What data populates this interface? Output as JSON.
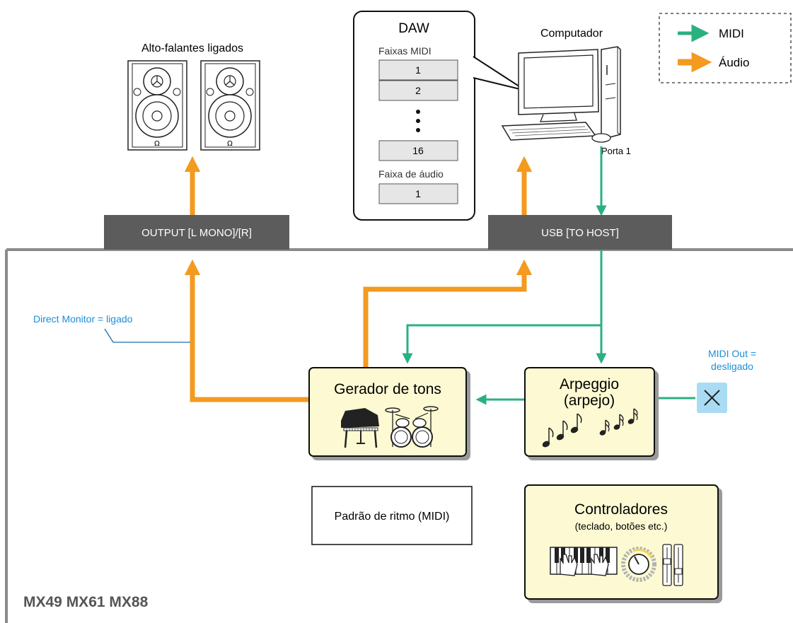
{
  "speakers": {
    "label": "Alto-falantes ligados"
  },
  "daw": {
    "title": "DAW",
    "midi_tracks_label": "Faixas MIDI",
    "midi_tracks": [
      "1",
      "2",
      "16"
    ],
    "audio_track_label": "Faixa de áudio",
    "audio_tracks": [
      "1"
    ]
  },
  "computer": {
    "label": "Computador",
    "port_label": "Porta 1"
  },
  "legend": {
    "midi_label": "MIDI",
    "audio_label": "Áudio",
    "midi_color": "#2bb07f",
    "audio_color": "#f39a1f"
  },
  "ports": {
    "output": "OUTPUT [L MONO]/[R]",
    "usb": "USB [TO HOST]"
  },
  "annotations": {
    "direct_monitor": "Direct Monitor = ligado",
    "midi_out_line1": "MIDI Out =",
    "midi_out_line2": "desligado",
    "annotation_color": "#1a8fd8"
  },
  "blocks": {
    "tone_generator": "Gerador de tons",
    "arpeggio_line1": "Arpeggio",
    "arpeggio_line2": "(arpejo)",
    "rhythm_pattern": "Padrão de ritmo (MIDI)",
    "controllers_title": "Controladores",
    "controllers_subtitle": "(teclado, botões etc.)"
  },
  "product": {
    "models": "MX49 MX61 MX88"
  }
}
